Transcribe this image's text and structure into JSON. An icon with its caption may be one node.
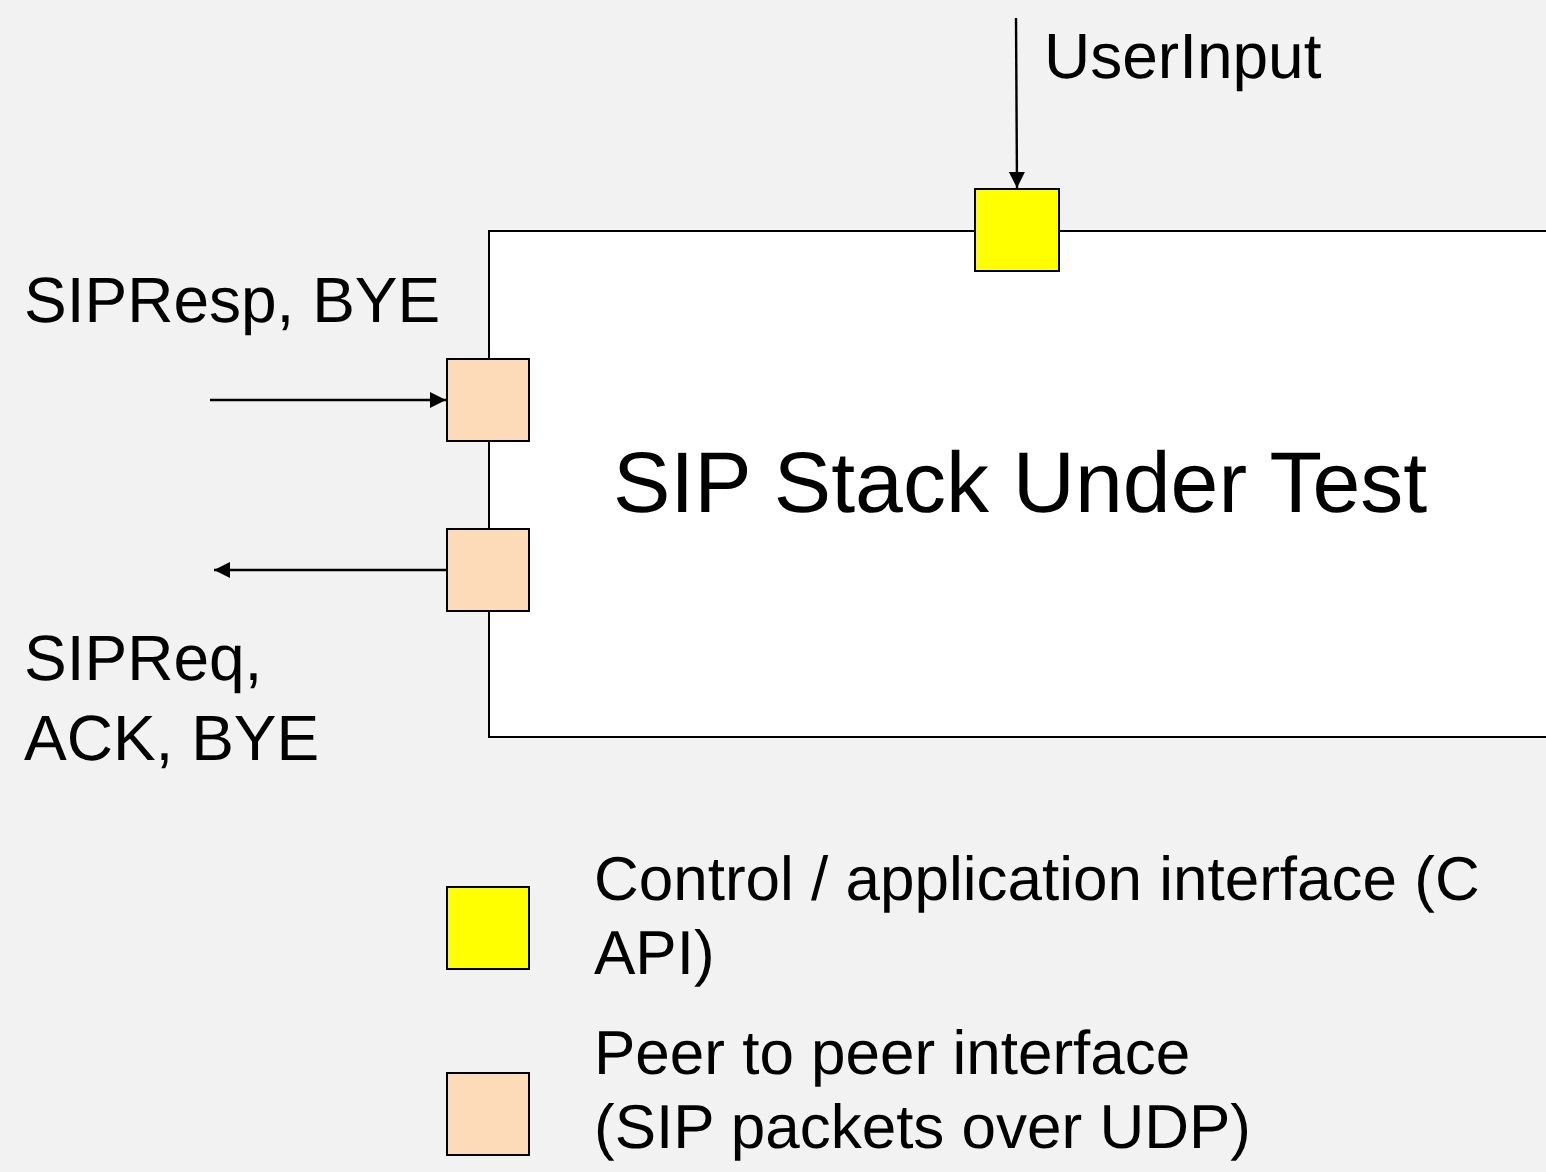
{
  "diagram": {
    "nodes": [
      {
        "text": [
          "SIP Stack Under Test"
        ]
      },
      {
        "text": [],
        "shape": "box"
      },
      {
        "text": [],
        "shape": "box"
      },
      {
        "text": [],
        "shape": "box"
      }
    ],
    "edges": [
      {
        "from": null,
        "to": 1,
        "arrow": "to",
        "label": "UserInput"
      },
      {
        "from": null,
        "to": 2,
        "arrow": "to",
        "label": "SIPResp, BYE"
      },
      {
        "from": 3,
        "to": null,
        "arrow": "to",
        "label": "SIPReq, ACK, BYE"
      }
    ],
    "legend": [
      {
        "text": "Control / application interface (C API)",
        "color": "#ffff00"
      },
      {
        "text": "Peer to peer interface (SIP packets over UDP)",
        "color": "#fddbb9"
      }
    ]
  }
}
